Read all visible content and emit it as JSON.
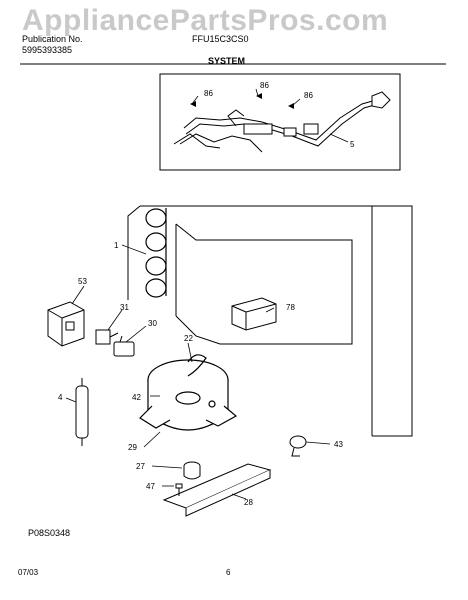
{
  "watermark": "AppliancePartsPros.com",
  "header": {
    "publication_label": "Publication No.",
    "publication_number": "5995393385",
    "model": "FFU15C3CS0",
    "section_title": "SYSTEM"
  },
  "callouts": {
    "c86a": "86",
    "c86b": "86",
    "c86c": "86",
    "c5": "5",
    "c1": "1",
    "c53": "53",
    "c31": "31",
    "c30": "30",
    "c78": "78",
    "c22": "22",
    "c42": "42",
    "c4": "4",
    "c29": "29",
    "c43": "43",
    "c27": "27",
    "c47": "47",
    "c28": "28"
  },
  "footer": {
    "diagram_code": "P08S0348",
    "date": "07/03",
    "page": "6"
  }
}
